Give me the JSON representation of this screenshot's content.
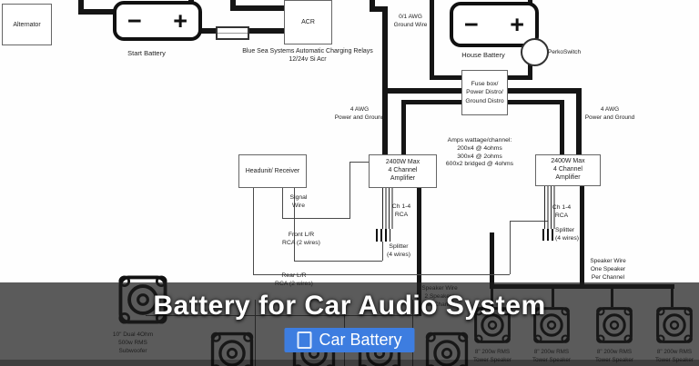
{
  "banner": {
    "title": "Battery for Car Audio System",
    "button": {
      "label": "Car Battery"
    },
    "overlay_color": "rgba(28,28,28,0.72)",
    "button_color": "#3d7de0"
  },
  "diagram": {
    "alternator_label": "Alternator",
    "start_battery": {
      "minus": "−",
      "plus": "+",
      "label": "Start Battery"
    },
    "acr": {
      "box_label": "ACR",
      "caption": "Blue Sea Systems Automatic Charging Relays\n12/24v Si Acr"
    },
    "ground_wire_label": "0/1 AWG\nGround Wire",
    "house_battery": {
      "minus": "−",
      "plus": "+",
      "label": "House Battery"
    },
    "perko_label": "PerkoSwitch",
    "fuse_box_label": "Fuse box/\nPower Distro/\nGround Distro",
    "awg_left": "4 AWG\nPower and Ground",
    "awg_right": "4 AWG\nPower and Ground",
    "amp_note": "Amps wattage/channel:\n200x4 @ 4ohms\n300x4 @ 2ohms\n600x2 bridged @ 4ohms",
    "amp_left_label": "2400W Max\n4 Channel\nAmplifier",
    "amp_right_label": "2400W Max\n4 Channel\nAmplifier",
    "headunit_label": "Headunit/ Receiver",
    "signal_wire_label": "Signal\nWire",
    "ch14_left": "Ch 1-4\nRCA",
    "ch14_right": "Ch 1-4\nRCA",
    "splitter_left": "Splitter\n(4 wires)",
    "splitter_right": "Splitter\n(4 wires)",
    "front_rca_label": "Front L/R\nRCA (2 wires)",
    "rear_rca_label": "Rear L/R\nRCA (2 wires)",
    "speaker_wire_left": "Speaker Wire\n2 Speakers\nPer Channel",
    "speaker_wire_right": "Speaker Wire\nOne Speaker\nPer Channel",
    "subwoofer_label": "10\" Dual 4Ohm\n500w RMS\nSubwoofer",
    "tower_speakers": [
      "8\" 200w RMS\nTower Speaker",
      "8\" 200w RMS\nTower Speaker",
      "8\" 200w RMS\nTower Speaker",
      "8\" 200w RMS\nTower Speaker"
    ]
  }
}
